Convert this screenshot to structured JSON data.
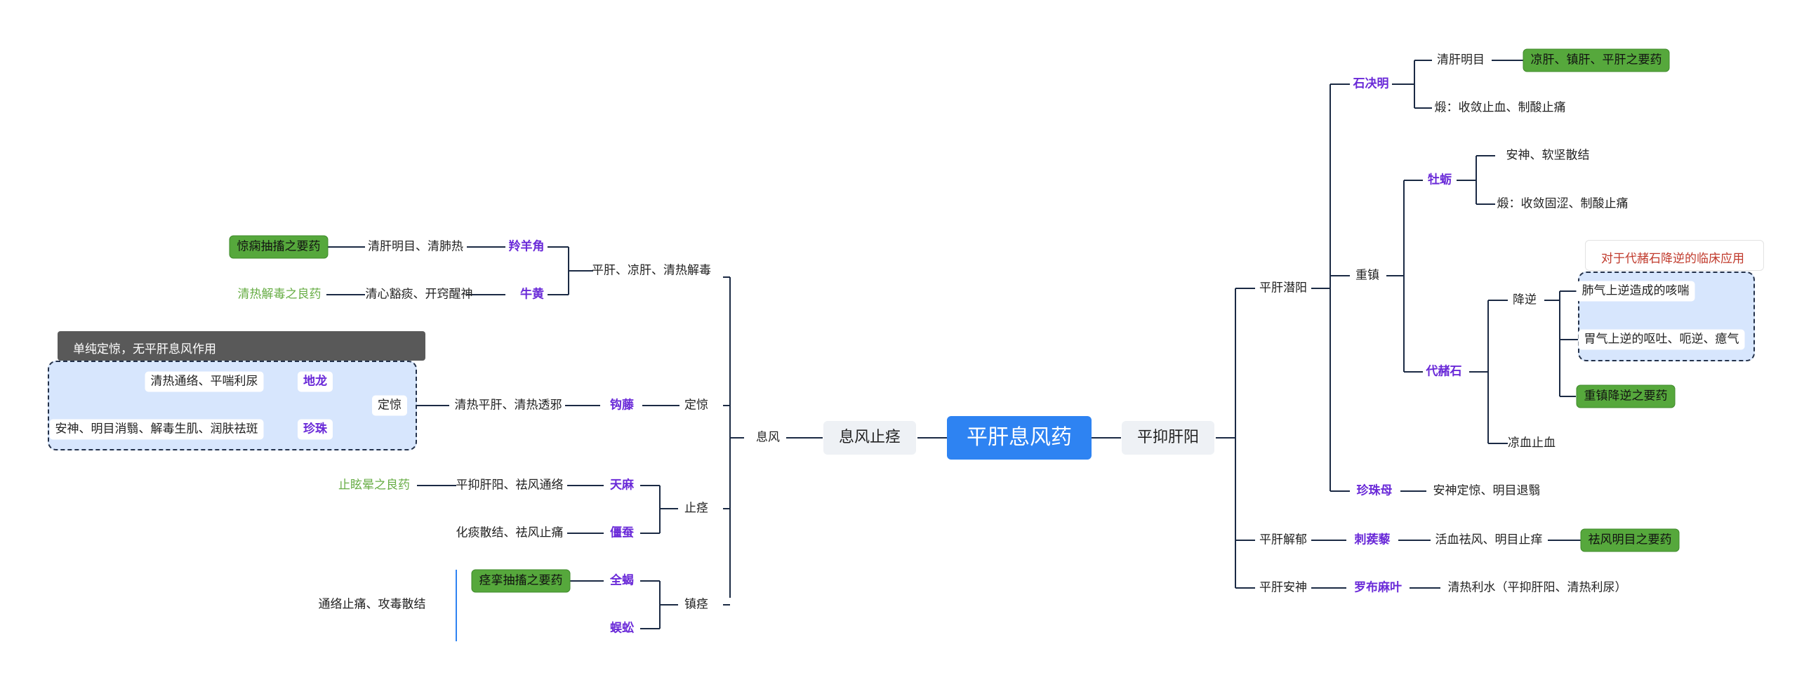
{
  "root": "平肝息风药",
  "left": {
    "title": "息风止痉",
    "xifeng": "息风",
    "group1": {
      "label": "平肝、凉肝、清热解毒",
      "lingyangjiao": {
        "name": "羚羊角",
        "effect": "清肝明目、清肺热",
        "note": "惊痫抽搐之要药"
      },
      "niuhuang": {
        "name": "牛黄",
        "effect": "清心豁痰、开窍醒神",
        "note": "清热解毒之良药"
      }
    },
    "group2": {
      "label": "定惊",
      "gouteng": {
        "name": "钩藤",
        "effect": "清热平肝、清热透邪"
      },
      "dingjing": "定惊",
      "dilong": {
        "name": "地龙",
        "effect": "清热通络、平喘利尿"
      },
      "zhenzhu": {
        "name": "珍珠",
        "effect": "安神、明目消翳、解毒生肌、润肤祛斑"
      },
      "callout": "单纯定惊，无平肝息风作用"
    },
    "group3": {
      "label": "止痉",
      "tianma": {
        "name": "天麻",
        "effect": "平抑肝阳、祛风通络",
        "note": "止眩晕之良药"
      },
      "jiangcan": {
        "name": "僵蚕",
        "effect": "化痰散结、祛风止痛"
      }
    },
    "group4": {
      "label": "镇痉",
      "quanxie": {
        "name": "全蝎"
      },
      "wugong": {
        "name": "蜈蚣"
      },
      "note": "痉挛抽搐之要药",
      "shared": "通络止痛、攻毒散结"
    }
  },
  "right": {
    "title": "平抑肝阳",
    "qianyang": {
      "label": "平肝潜阳",
      "shijueming": {
        "name": "石决明",
        "effect1": "清肝明目",
        "note1": "凉肝、镇肝、平肝之要药",
        "effect2": "煅：收敛止血、制酸止痛"
      },
      "zhongzhen": "重镇",
      "muli": {
        "name": "牡蛎",
        "effect1": "安神、软坚散结",
        "effect2": "煅：收敛固涩、制酸止痛"
      },
      "daizheshi": {
        "name": "代赭石",
        "jiangni": "降逆",
        "sub1": "肺气上逆造成的咳喘",
        "sub2": "胃气上逆的呕吐、呃逆、癔气",
        "callout": "对于代赭石降逆的临床应用",
        "note": "重镇降逆之要药",
        "effect2": "凉血止血"
      },
      "zhenzhumu": {
        "name": "珍珠母",
        "effect": "安神定惊、明目退翳"
      }
    },
    "jieyu": {
      "label": "平肝解郁",
      "jili": {
        "name": "刺蒺藜",
        "effect": "活血祛风、明目止痒",
        "note": "祛风明目之要药"
      }
    },
    "anshen": {
      "label": "平肝安神",
      "luobuma": {
        "name": "罗布麻叶",
        "effect": "清热利水（平抑肝阳、清热利尿）"
      }
    }
  },
  "colors": {
    "root": "#2e83f2",
    "herb": "#6a2ad8",
    "green_box": "#56a83c",
    "green_text": "#67ad45",
    "line": "#1b2a44",
    "boundary_fill": "#d7e6fd",
    "callout_red": "#c0392b",
    "accent_blue": "#2e83f2"
  }
}
